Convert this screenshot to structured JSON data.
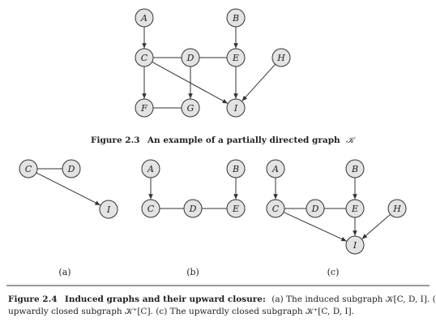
{
  "figure_2_3": {
    "caption_label": "Figure 2.3",
    "caption_text": "An example of a partially directed graph",
    "caption_symbol": "𝒦",
    "nodes": [
      {
        "id": "A",
        "label": "A"
      },
      {
        "id": "B",
        "label": "B"
      },
      {
        "id": "C",
        "label": "C"
      },
      {
        "id": "D",
        "label": "D"
      },
      {
        "id": "E",
        "label": "E"
      },
      {
        "id": "H",
        "label": "H"
      },
      {
        "id": "F",
        "label": "F"
      },
      {
        "id": "G",
        "label": "G"
      },
      {
        "id": "I",
        "label": "I"
      }
    ],
    "edges": [
      {
        "from": "A",
        "to": "C",
        "directed": true
      },
      {
        "from": "B",
        "to": "E",
        "directed": true
      },
      {
        "from": "C",
        "to": "D",
        "directed": false
      },
      {
        "from": "D",
        "to": "E",
        "directed": false
      },
      {
        "from": "C",
        "to": "F",
        "directed": true
      },
      {
        "from": "C",
        "to": "I",
        "directed": true
      },
      {
        "from": "D",
        "to": "G",
        "directed": true
      },
      {
        "from": "E",
        "to": "I",
        "directed": true
      },
      {
        "from": "H",
        "to": "I",
        "directed": true
      },
      {
        "from": "F",
        "to": "G",
        "directed": false
      }
    ]
  },
  "figure_2_4": {
    "subfigures": [
      {
        "label": "(a)",
        "nodes": [
          {
            "id": "C",
            "label": "C"
          },
          {
            "id": "D",
            "label": "D"
          },
          {
            "id": "I",
            "label": "I"
          }
        ],
        "edges": [
          {
            "from": "C",
            "to": "D",
            "directed": false
          },
          {
            "from": "C",
            "to": "I",
            "directed": true
          }
        ]
      },
      {
        "label": "(b)",
        "nodes": [
          {
            "id": "A",
            "label": "A"
          },
          {
            "id": "B",
            "label": "B"
          },
          {
            "id": "C",
            "label": "C"
          },
          {
            "id": "D",
            "label": "D"
          },
          {
            "id": "E",
            "label": "E"
          }
        ],
        "edges": [
          {
            "from": "A",
            "to": "C",
            "directed": true
          },
          {
            "from": "B",
            "to": "E",
            "directed": true
          },
          {
            "from": "C",
            "to": "D",
            "directed": false
          },
          {
            "from": "D",
            "to": "E",
            "directed": false
          }
        ]
      },
      {
        "label": "(c)",
        "nodes": [
          {
            "id": "A",
            "label": "A"
          },
          {
            "id": "B",
            "label": "B"
          },
          {
            "id": "C",
            "label": "C"
          },
          {
            "id": "D",
            "label": "D"
          },
          {
            "id": "E",
            "label": "E"
          },
          {
            "id": "H",
            "label": "H"
          },
          {
            "id": "I",
            "label": "I"
          }
        ],
        "edges": [
          {
            "from": "A",
            "to": "C",
            "directed": true
          },
          {
            "from": "B",
            "to": "E",
            "directed": true
          },
          {
            "from": "C",
            "to": "D",
            "directed": false
          },
          {
            "from": "D",
            "to": "E",
            "directed": false
          },
          {
            "from": "C",
            "to": "I",
            "directed": true
          },
          {
            "from": "E",
            "to": "I",
            "directed": true
          },
          {
            "from": "H",
            "to": "I",
            "directed": true
          }
        ]
      }
    ],
    "caption_label": "Figure 2.4",
    "caption_title": "Induced graphs and their upward closure:",
    "caption_line1": "(a) The induced subgraph 𝒦[C, D, I]. (b) The",
    "caption_line2": "upwardly closed subgraph 𝒦⁺[C]. (c) The upwardly closed subgraph 𝒦⁺[C, D, I]."
  }
}
